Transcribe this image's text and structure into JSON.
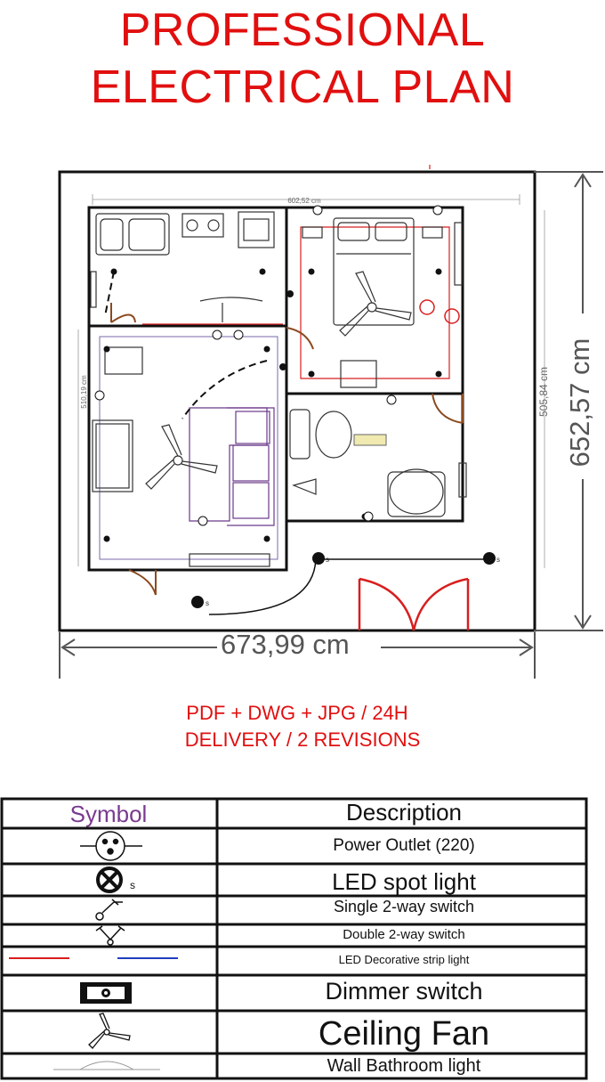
{
  "title": {
    "line1": "PROFESSIONAL",
    "line2": "ELECTRICAL PLAN"
  },
  "plan": {
    "width_label": "673,99 cm",
    "height_label": "652,57 cm",
    "inner_width_label": "602,52 cm",
    "inner_height_label": "505,84 cm",
    "small_height_label": "510,19 cm",
    "switch_mark": "s"
  },
  "delivery": {
    "line1": "PDF + DWG + JPG / 24H",
    "line2": "DELIVERY / 2 REVISIONS"
  },
  "legend": {
    "header_symbol": "Symbol",
    "header_description": "Description",
    "rows": [
      {
        "icon": "power-outlet-icon",
        "description": "Power Outlet (220)"
      },
      {
        "icon": "led-spot-light-icon",
        "description": "LED spot light",
        "mark": "s"
      },
      {
        "icon": "single-switch-icon",
        "description": "Single 2-way switch"
      },
      {
        "icon": "double-switch-icon",
        "description": "Double 2-way switch"
      },
      {
        "icon": "strip-light-icon",
        "description": "LED Decorative strip light"
      },
      {
        "icon": "dimmer-switch-icon",
        "description": "Dimmer switch"
      },
      {
        "icon": "ceiling-fan-icon",
        "description": "Ceiling Fan"
      },
      {
        "icon": "bathroom-light-icon",
        "description": "Wall Bathroom light"
      }
    ]
  },
  "colors": {
    "title": "#e10f0f",
    "symbol_header": "#7a3b8f",
    "wall": "#111111",
    "strip_red": "#d81e1e",
    "strip_blue": "#1f3fbf",
    "furniture": "#6b3a8a",
    "door": "#8b4a1f"
  }
}
